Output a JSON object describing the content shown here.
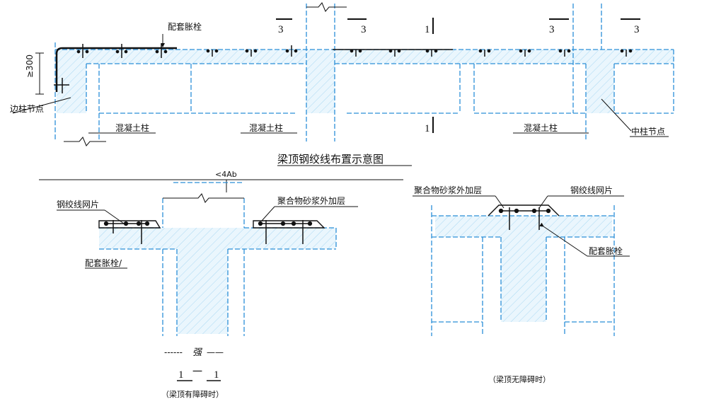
{
  "top": {
    "anchor_label": "配套胀栓",
    "dim_label": "≥300",
    "edge_node_label": "边柱节点",
    "column_label_1": "混凝土柱",
    "column_label_2": "混凝土柱",
    "column_label_3": "混凝土柱",
    "mid_node_label": "中柱节点",
    "section_3a": "3",
    "section_3b": "3",
    "section_3c": "3",
    "section_3d": "3",
    "section_1a": "1",
    "section_1b": "1",
    "title": "梁顶钢绞线布置示意图"
  },
  "left_detail": {
    "header_mark": "<4Ab",
    "strand_mesh_label": "钢绞线网片",
    "polymer_label": "聚合物砂浆外加层",
    "anchor_label": "配套胀栓/",
    "section_word": "强",
    "section_num_a": "1",
    "section_num_b": "1",
    "section_dash": "一",
    "caption": "（梁顶有障碍时）"
  },
  "right_detail": {
    "polymer_label": "聚合物砂浆外加层",
    "strand_mesh_label": "钢绞线网片",
    "anchor_label": "配套胀栓",
    "caption": "（梁顶无障碍时）"
  },
  "colors": {
    "concrete_line": "#2b8fd8",
    "ink": "#111111",
    "hatch": "#9fd3f2"
  }
}
